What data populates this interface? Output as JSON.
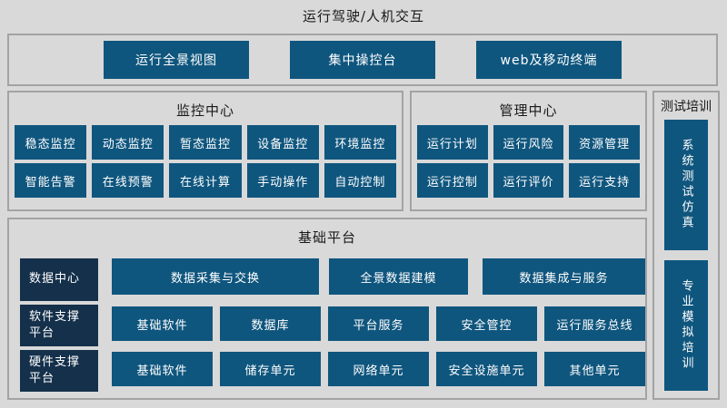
{
  "page": {
    "title": "运行驾驶/人机交互"
  },
  "colors": {
    "background": "#d9d9d9",
    "panel_border": "#a3a3a3",
    "block_blue": "#0f567e",
    "label_navy": "#14304b",
    "block_text": "#ffffff",
    "title_text": "#1a1a1a"
  },
  "top_panel": {
    "blocks": [
      "运行全景视图",
      "集中操控台",
      "web及移动终端"
    ]
  },
  "monitoring": {
    "title": "监控中心",
    "blocks": [
      "稳态监控",
      "动态监控",
      "暂态监控",
      "设备监控",
      "环境监控",
      "智能告警",
      "在线预警",
      "在线计算",
      "手动操作",
      "自动控制"
    ]
  },
  "management": {
    "title": "管理中心",
    "blocks": [
      "运行计划",
      "运行风险",
      "资源管理",
      "运行控制",
      "运行评价",
      "运行支持"
    ]
  },
  "testing": {
    "title": "测试培训",
    "blocks": [
      "系统测试仿真",
      "专业模拟培训"
    ]
  },
  "platform": {
    "title": "基础平台",
    "rows": [
      {
        "label": "数据中心",
        "blocks": [
          "数据采集与交换",
          "全景数据建模",
          "数据集成与服务"
        ]
      },
      {
        "label": "软件支撑\n平台",
        "blocks": [
          "基础软件",
          "数据库",
          "平台服务",
          "安全管控",
          "运行服务总线"
        ]
      },
      {
        "label": "硬件支撑\n平台",
        "blocks": [
          "基础软件",
          "储存单元",
          "网络单元",
          "安全设施单元",
          "其他单元"
        ]
      }
    ]
  }
}
